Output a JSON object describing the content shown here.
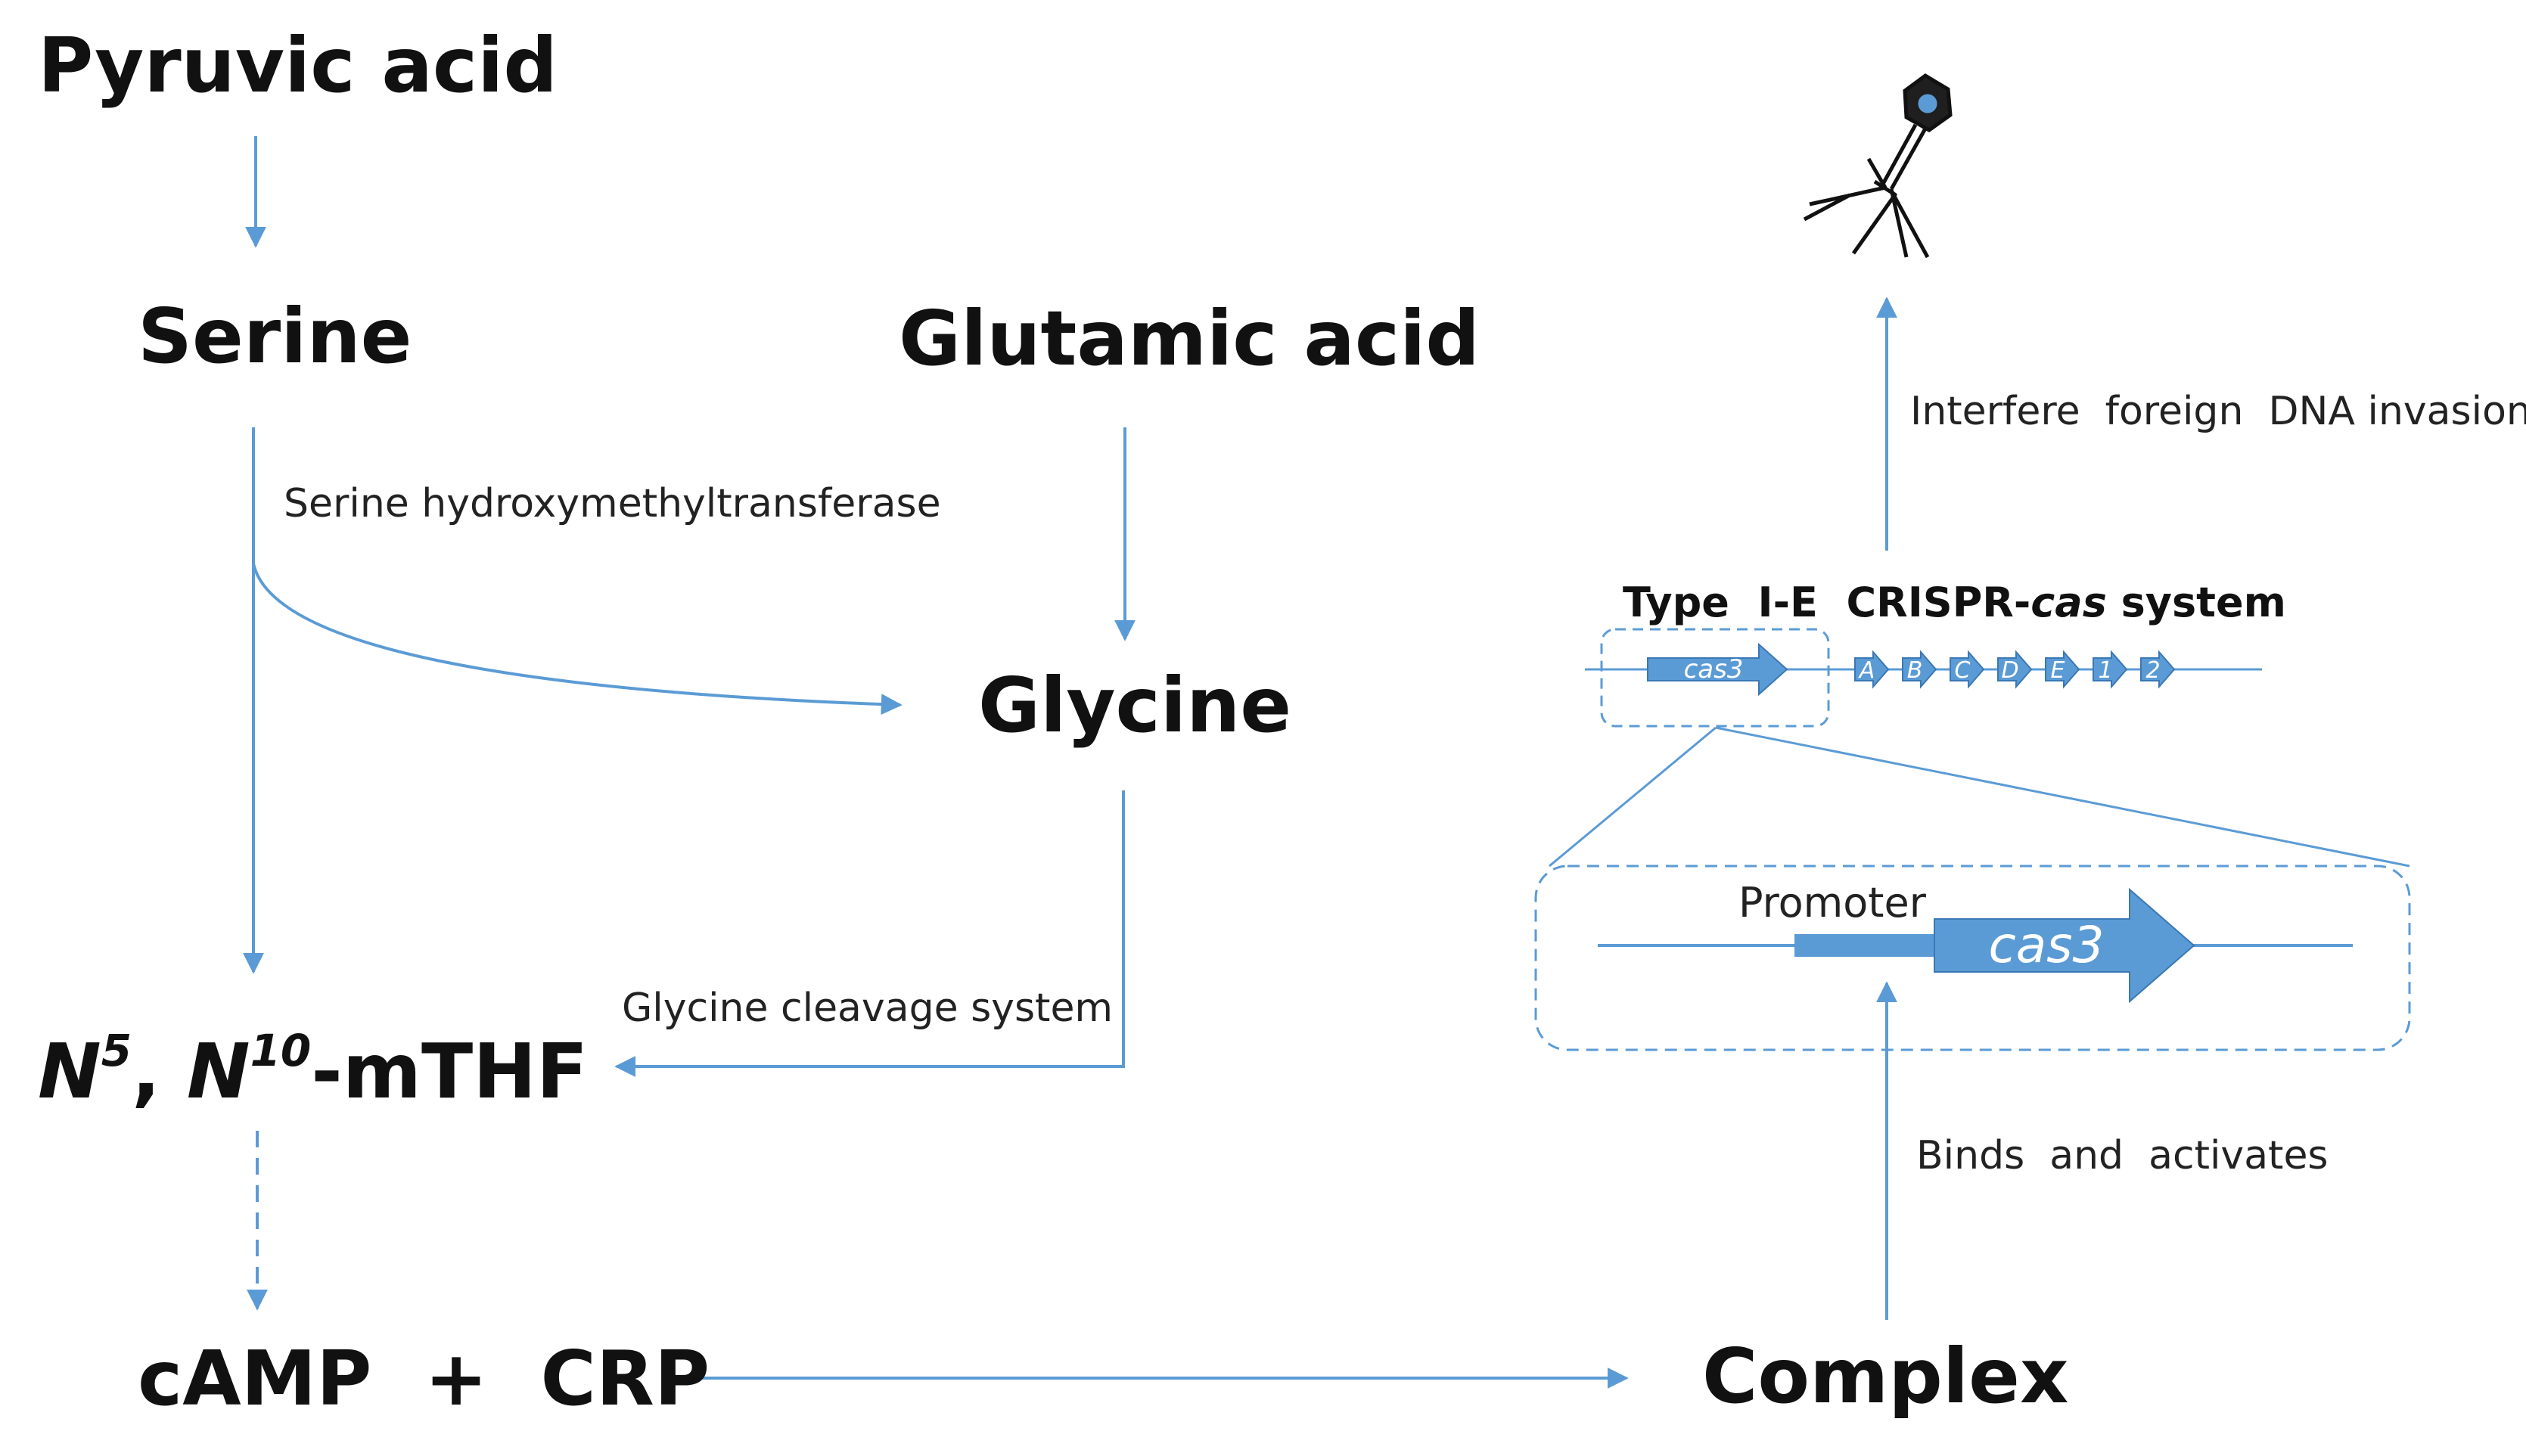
{
  "nodes": {
    "pyruvic_acid": "Pyruvic acid",
    "serine": "Serine",
    "glutamic_acid": "Glutamic acid",
    "glycine": "Glycine",
    "mthf": {
      "n5": "N",
      "sup5": "5",
      "sep": ", ",
      "n10": "N",
      "sup10": "10",
      "rest": "-mTHF"
    },
    "camp_crp": "cAMP  +  CRP",
    "complex": "Complex"
  },
  "edge_labels": {
    "shmt": "Serine hydroxymethyltransferase",
    "gcs": "Glycine cleavage system",
    "interfere": "Interfere  foreign  DNA invasion",
    "binds": "Binds  and  activates"
  },
  "crispr": {
    "title_prefix": "Type  I-E  CRISPR-",
    "title_italic": "cas",
    "title_suffix": " system",
    "operon_genes": [
      "cas3",
      "A",
      "B",
      "C",
      "D",
      "E",
      "1",
      "2"
    ],
    "promoter_label": "Promoter",
    "zoom_gene": "cas3"
  },
  "colors": {
    "arrow": "#5b9bd5",
    "gene": "#5b9bd5",
    "text": "#111111"
  },
  "icons": {
    "phage": "bacteriophage-icon"
  }
}
